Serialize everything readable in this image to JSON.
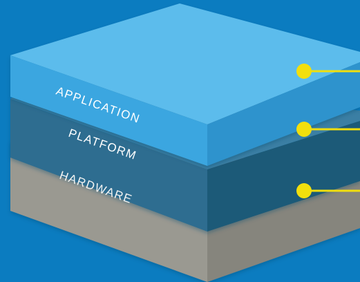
{
  "diagram": {
    "background_color": "#0b7cc0",
    "connector_color": "#f2df0d",
    "layers": [
      {
        "id": "application",
        "label": "APPLICATION",
        "top_color": "#5cbcec",
        "front_color": "#3aa6e0",
        "side_color": "#2d93cd"
      },
      {
        "id": "platform",
        "label": "PLATFORM",
        "top_color": "#3a7fa4",
        "front_color": "#2e6d90",
        "side_color": "#1f5a78"
      },
      {
        "id": "hardware",
        "label": "HARDWARE",
        "top_color": "#b3b2ab",
        "front_color": "#9a9991",
        "side_color": "#86857d"
      }
    ]
  }
}
